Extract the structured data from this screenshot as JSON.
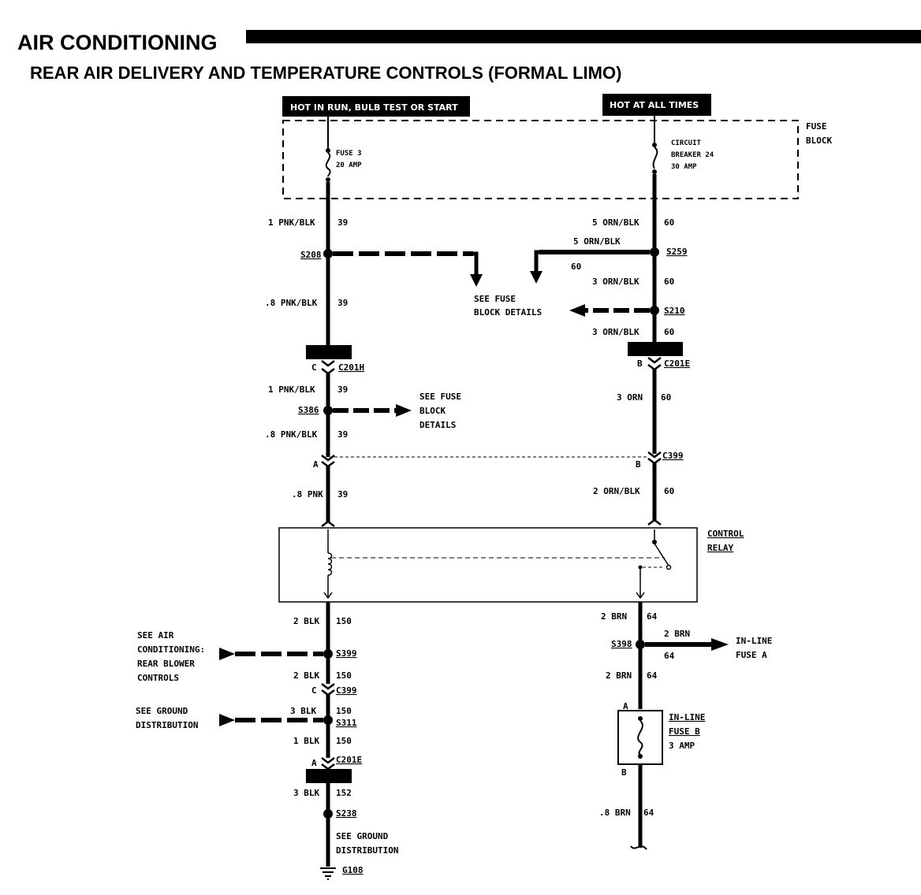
{
  "title": "AIR CONDITIONING",
  "subtitle": "REAR AIR DELIVERY AND TEMPERATURE CONTROLS (FORMAL LIMO)",
  "headers": {
    "left": "HOT IN RUN, BULB TEST OR START",
    "right": "HOT AT ALL TIMES"
  },
  "fuse_block": {
    "name_line1": "FUSE",
    "name_line2": "BLOCK",
    "fuse3_line1": "FUSE 3",
    "fuse3_line2": "20 AMP",
    "cb_line1": "CIRCUIT",
    "cb_line2": "BREAKER 24",
    "cb_line3": "30 AMP"
  },
  "left": {
    "w1_wire": "1 PNK/BLK",
    "w1_circ": "39",
    "s208": "S208",
    "w2_wire": ".8 PNK/BLK",
    "w2_circ": "39",
    "c201h_pin": "C",
    "c201h": "C201H",
    "w3_wire": "1 PNK/BLK",
    "w3_circ": "39",
    "s386": "S386",
    "w4_wire": ".8 PNK/BLK",
    "w4_circ": "39",
    "c399_pin": "A",
    "w5_wire": ".8 PNK",
    "w5_circ": "39",
    "w6_wire": "2 BLK",
    "w6_circ": "150",
    "s399": "S399",
    "w7_wire": "2 BLK",
    "w7_circ": "150",
    "c399b_pin": "C",
    "c399b": "C399",
    "w8_wire": "3 BLK",
    "w8_circ": "150",
    "s311": "S311",
    "w9_wire": "1 BLK",
    "w9_circ": "150",
    "c201e_pin": "A",
    "c201e": "C201E",
    "w10_wire": "3 BLK",
    "w10_circ": "152",
    "s238": "S238",
    "ground_line1": "SEE GROUND",
    "ground_line2": "DISTRIBUTION",
    "g108": "G108"
  },
  "right": {
    "w1_wire": "5 ORN/BLK",
    "w1_circ": "60",
    "branch_wire": "5 ORN/BLK",
    "branch_circ": "60",
    "s259": "S259",
    "w2_wire": "3 ORN/BLK",
    "w2_circ": "60",
    "s210": "S210",
    "w3_wire": "3 ORN/BLK",
    "w3_circ": "60",
    "c201e_pin": "B",
    "c201e": "C201E",
    "w4_wire": "3 ORN",
    "w4_circ": "60",
    "c399_pin": "B",
    "c399": "C399",
    "w5_wire": "2 ORN/BLK",
    "w5_circ": "60",
    "w6_wire": "2 BRN",
    "w6_circ": "64",
    "s398": "S398",
    "branch2_wire": "2 BRN",
    "branch2_circ": "64",
    "inline_a_line1": "IN-LINE",
    "inline_a_line2": "FUSE A",
    "w7_wire": "2 BRN",
    "w7_circ": "64",
    "fuseb_pin_a": "A",
    "fuseb_pin_b": "B",
    "fuseb_line1": "IN-LINE",
    "fuseb_line2": "FUSE B",
    "fuseb_line3": "3 AMP",
    "w8_wire": ".8 BRN",
    "w8_circ": "64"
  },
  "notes": {
    "fuse_center_line1": "SEE FUSE",
    "fuse_center_line2": "BLOCK DETAILS",
    "fuse_s386_line1": "SEE FUSE",
    "fuse_s386_line2": "BLOCK",
    "fuse_s386_line3": "DETAILS",
    "ac_line1": "SEE AIR",
    "ac_line2": "CONDITIONING:",
    "ac_line3": "REAR BLOWER",
    "ac_line4": "CONTROLS",
    "gd_line1": "SEE GROUND",
    "gd_line2": "DISTRIBUTION"
  },
  "relay": {
    "line1": "CONTROL",
    "line2": "RELAY"
  }
}
